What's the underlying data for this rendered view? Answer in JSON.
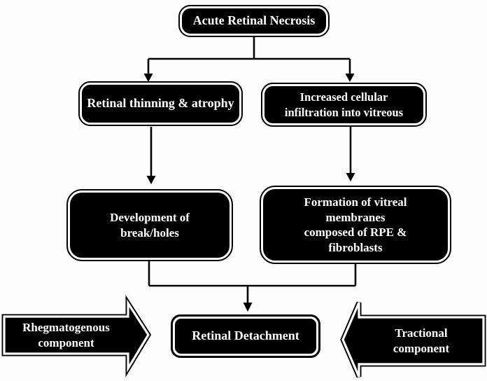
{
  "figure": {
    "background": "#fdfdfd",
    "ink": "#000000",
    "node_fill": "#000000",
    "node_text_color": "#ffffff",
    "nodes": {
      "root": {
        "lines": [
          "Acute Retinal Necrosis"
        ]
      },
      "thinning": {
        "lines": [
          "Retinal thinning & atrophy"
        ]
      },
      "infiltration": {
        "lines": [
          "Increased cellular",
          "infiltration into vitreous"
        ]
      },
      "breaks": {
        "lines": [
          "Development of",
          "break/holes"
        ]
      },
      "membranes": {
        "lines": [
          "Formation of vitreal",
          "membranes",
          "composed of RPE &",
          "fibroblasts"
        ]
      },
      "detachment": {
        "lines": [
          "Retinal Detachment"
        ]
      },
      "rhegmatogenous": {
        "lines": [
          "Rhegmatogenous",
          "component"
        ]
      },
      "tractional": {
        "lines": [
          "Tractional",
          "component"
        ]
      }
    },
    "edges": [
      {
        "from": "Acute Retinal Necrosis",
        "to": "Retinal thinning & atrophy"
      },
      {
        "from": "Acute Retinal Necrosis",
        "to": "Increased cellular infiltration into vitreous"
      },
      {
        "from": "Retinal thinning & atrophy",
        "to": "Development of break/holes"
      },
      {
        "from": "Increased cellular infiltration into vitreous",
        "to": "Formation of vitreal membranes composed of RPE & fibroblasts"
      },
      {
        "from": "Development of break/holes",
        "to": "Retinal Detachment"
      },
      {
        "from": "Formation of vitreal membranes composed of RPE & fibroblasts",
        "to": "Retinal Detachment"
      },
      {
        "from": "Rhegmatogenous component",
        "to": "Retinal Detachment"
      },
      {
        "from": "Tractional component",
        "to": "Retinal Detachment"
      }
    ]
  }
}
